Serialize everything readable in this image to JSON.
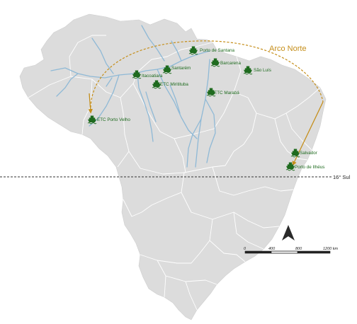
{
  "map": {
    "land_color": "#dcdcdc",
    "river_color": "#8fb9d6",
    "port_color": "#1f6b1f",
    "arc_color": "#c58e1a",
    "arc": {
      "label": "Arco Norte"
    },
    "latitude_line": {
      "label": "16° Sul"
    },
    "north_arrow": {
      "icon": "north-arrow-icon"
    },
    "scale_bar": {
      "labels": [
        "0",
        "400",
        "800",
        "1200 km"
      ]
    },
    "ports": [
      {
        "name": "Porto de Santana",
        "icon": "ship-icon"
      },
      {
        "name": "Barcarena",
        "icon": "ship-icon"
      },
      {
        "name": "São Luís",
        "icon": "ship-icon"
      },
      {
        "name": "Santarém",
        "icon": "ship-icon"
      },
      {
        "name": "Itacoatiara",
        "icon": "ship-icon"
      },
      {
        "name": "ETC Miritituba",
        "icon": "ship-icon"
      },
      {
        "name": "ETC Marabá",
        "icon": "ship-icon"
      },
      {
        "name": "ETC Porto Velho",
        "icon": "ship-icon"
      },
      {
        "name": "Salvador",
        "icon": "ship-icon"
      },
      {
        "name": "Porto de Ilhéus",
        "icon": "ship-icon"
      }
    ]
  }
}
